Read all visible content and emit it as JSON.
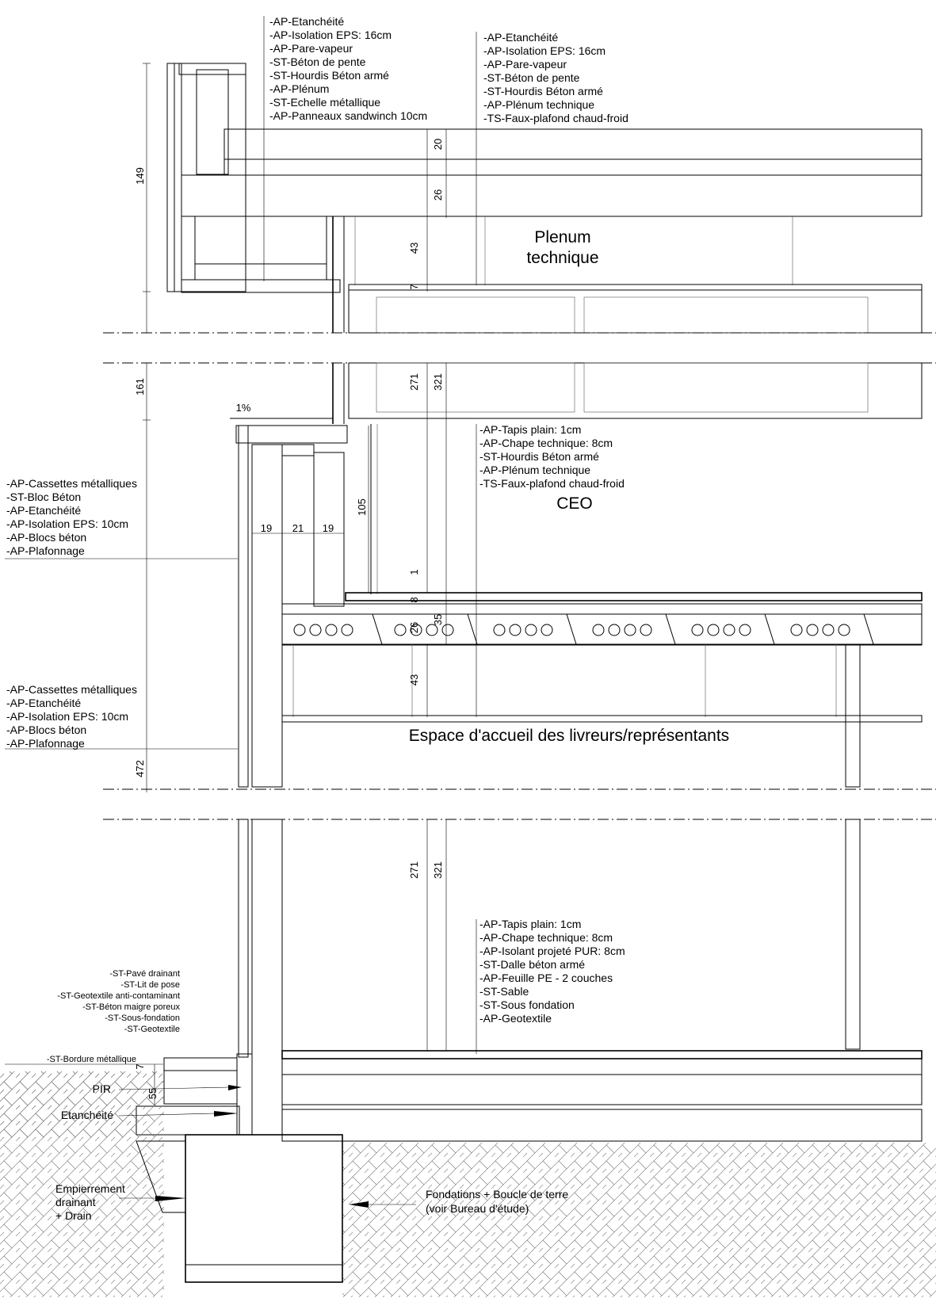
{
  "notes": {
    "roof_left": [
      "-AP-Etanchéité",
      "-AP-Isolation EPS: 16cm",
      "-AP-Pare-vapeur",
      "-ST-Béton de pente",
      "-ST-Hourdis Béton armé",
      "-AP-Plénum",
      "-ST-Echelle métallique",
      "-AP-Panneaux sandwinch 10cm"
    ],
    "roof_right": [
      "-AP-Etanchéité",
      "-AP-Isolation EPS: 16cm",
      "-AP-Pare-vapeur",
      "-ST-Béton de pente",
      "-ST-Hourdis Béton armé",
      "-AP-Plénum technique",
      "-TS-Faux-plafond chaud-froid"
    ],
    "floor_upper": [
      "-AP-Tapis plain: 1cm",
      "-AP-Chape technique: 8cm",
      "-ST-Hourdis Béton armé",
      "-AP-Plénum technique",
      "-TS-Faux-plafond chaud-froid"
    ],
    "wall_upper": [
      "-AP-Cassettes métalliques",
      "-ST-Bloc Béton",
      "-AP-Etanchéité",
      "-AP-Isolation EPS: 10cm",
      "-AP-Blocs béton",
      "-AP-Plafonnage"
    ],
    "wall_lower": [
      "-AP-Cassettes métalliques",
      "-AP-Etanchéité",
      "-AP-Isolation EPS: 10cm",
      "-AP-Blocs béton",
      "-AP-Plafonnage"
    ],
    "ground_floor": [
      "-AP-Tapis plain: 1cm",
      "-AP-Chape technique: 8cm",
      "-AP-Isolant projeté PUR: 8cm",
      "-ST-Dalle béton armé",
      "-AP-Feuille PE - 2 couches",
      "-ST-Sable",
      "-ST-Sous fondation",
      "-AP-Geotextile"
    ],
    "paving": [
      "-ST-Pavé drainant",
      "-ST-Lit de pose",
      "-ST-Geotextile anti-contaminant",
      "-ST-Béton maigre poreux",
      "-ST-Sous-fondation",
      "-ST-Geotextile"
    ],
    "bordure": "-ST-Bordure métallique",
    "pir": "PIR",
    "etancheite": "Etanchéité",
    "drain": [
      "Empierrement",
      "drainant",
      "+ Drain"
    ],
    "fondations": [
      "Fondations + Boucle de terre",
      "(voir Bureau d'étude)"
    ]
  },
  "rooms": {
    "plenum": [
      "Plenum",
      "technique"
    ],
    "ceo": "CEO",
    "accueil": "Espace d'accueil des livreurs/représentants"
  },
  "dims": {
    "d149": "149",
    "d161": "161",
    "d472": "472",
    "d20": "20",
    "d26": "26",
    "d43": "43",
    "d7": "7",
    "d271a": "271",
    "d321a": "321",
    "d105": "105",
    "d1": "1",
    "d8": "8",
    "d35": "35",
    "d26b": "26",
    "d43b": "43",
    "d271b": "271",
    "d321b": "321",
    "d55": "55",
    "d7b": "7",
    "w19a": "19",
    "w21": "21",
    "w19b": "19",
    "slope": "1%"
  }
}
